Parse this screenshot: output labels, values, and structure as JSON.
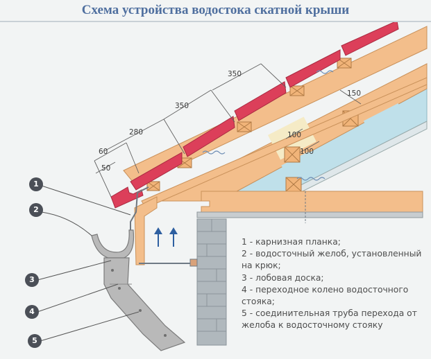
{
  "title": "Схема устройства водостока скатной крыши",
  "dimensions": {
    "d50": "50",
    "d60": "60",
    "d280": "280",
    "d350a": "350",
    "d350b": "350",
    "d100a": "100",
    "d100b": "100",
    "d150": "150"
  },
  "markers": [
    "1",
    "2",
    "3",
    "4",
    "5"
  ],
  "legend": [
    "1 - карнизная планка;",
    "2 - водосточный желоб, установленный на крюк;",
    "3 - лобовая доска;",
    "4 - переходное колено водосточного стояка;",
    "5 - соединительная труба перехода от желоба к водосточному стояку"
  ],
  "colors": {
    "title": "#4f6f9f",
    "timber": "#f3be8b",
    "tile": "#dc3f5a",
    "insulation": "#b9dce8",
    "brick": "#aab3b8",
    "gutter": "#b4b4b4"
  }
}
